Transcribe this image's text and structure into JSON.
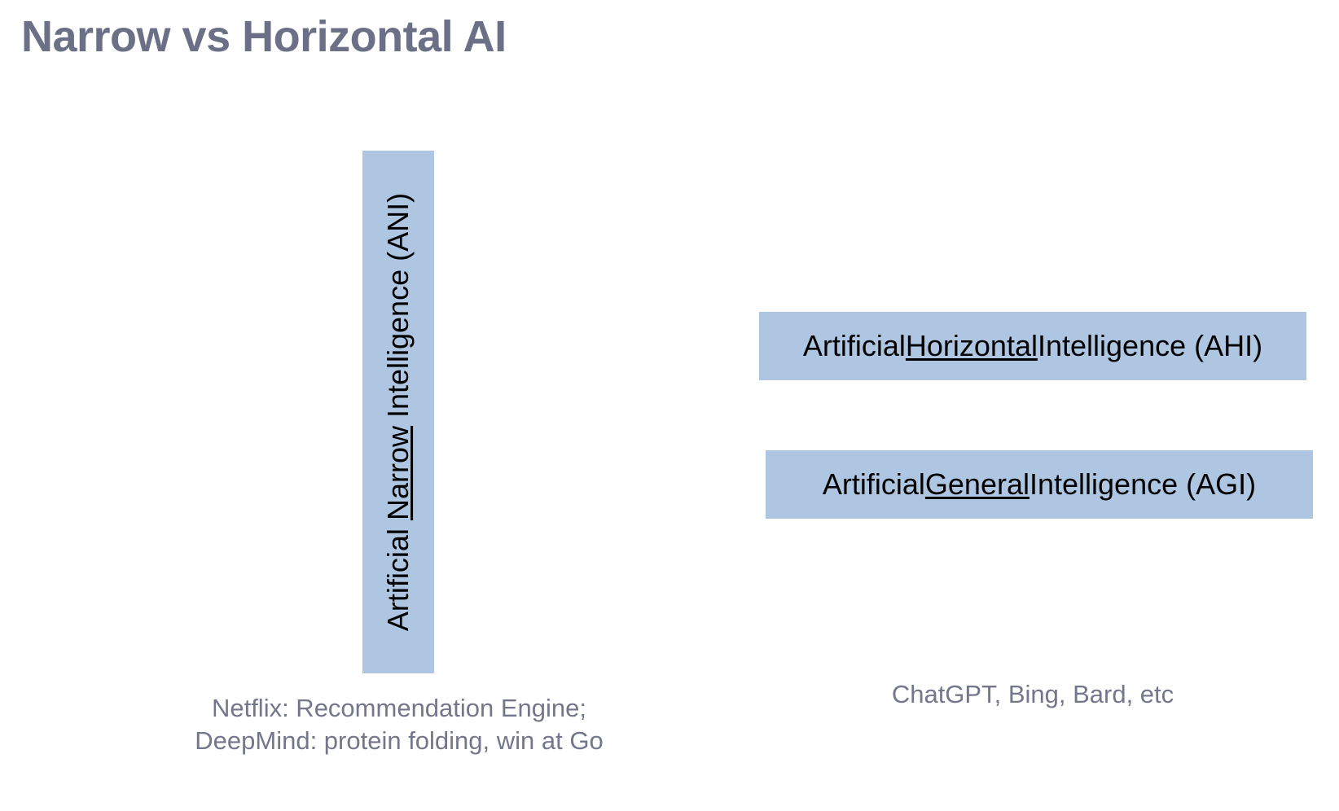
{
  "slide": {
    "title": "Narrow vs Horizontal AI",
    "background_color": "#ffffff",
    "title_color": "#6b7087",
    "band_color": "#aec6e1",
    "caption_color": "#74778c",
    "band_text_color": "#000000"
  },
  "narrow": {
    "label_prefix": "Artificial ",
    "label_emphasis": "Narrow",
    "label_suffix": " Intelligence (ANI)",
    "label_full": "Artificial Narrow Intelligence (ANI)",
    "orientation": "vertical",
    "caption": "Netflix: Recommendation Engine;\nDeepMind: protein folding, win at Go"
  },
  "horizontal": {
    "label_prefix": "Artificial ",
    "label_emphasis": "Horizontal",
    "label_suffix": " Intelligence (AHI)",
    "label_full": "Artificial Horizontal Intelligence (AHI)",
    "orientation": "horizontal",
    "caption": "ChatGPT, Bing, Bard, etc"
  },
  "general": {
    "label_prefix": "Artificial ",
    "label_emphasis": "General",
    "label_suffix": " Intelligence (AGI)",
    "label_full": "Artificial General Intelligence (AGI)",
    "orientation": "horizontal"
  }
}
